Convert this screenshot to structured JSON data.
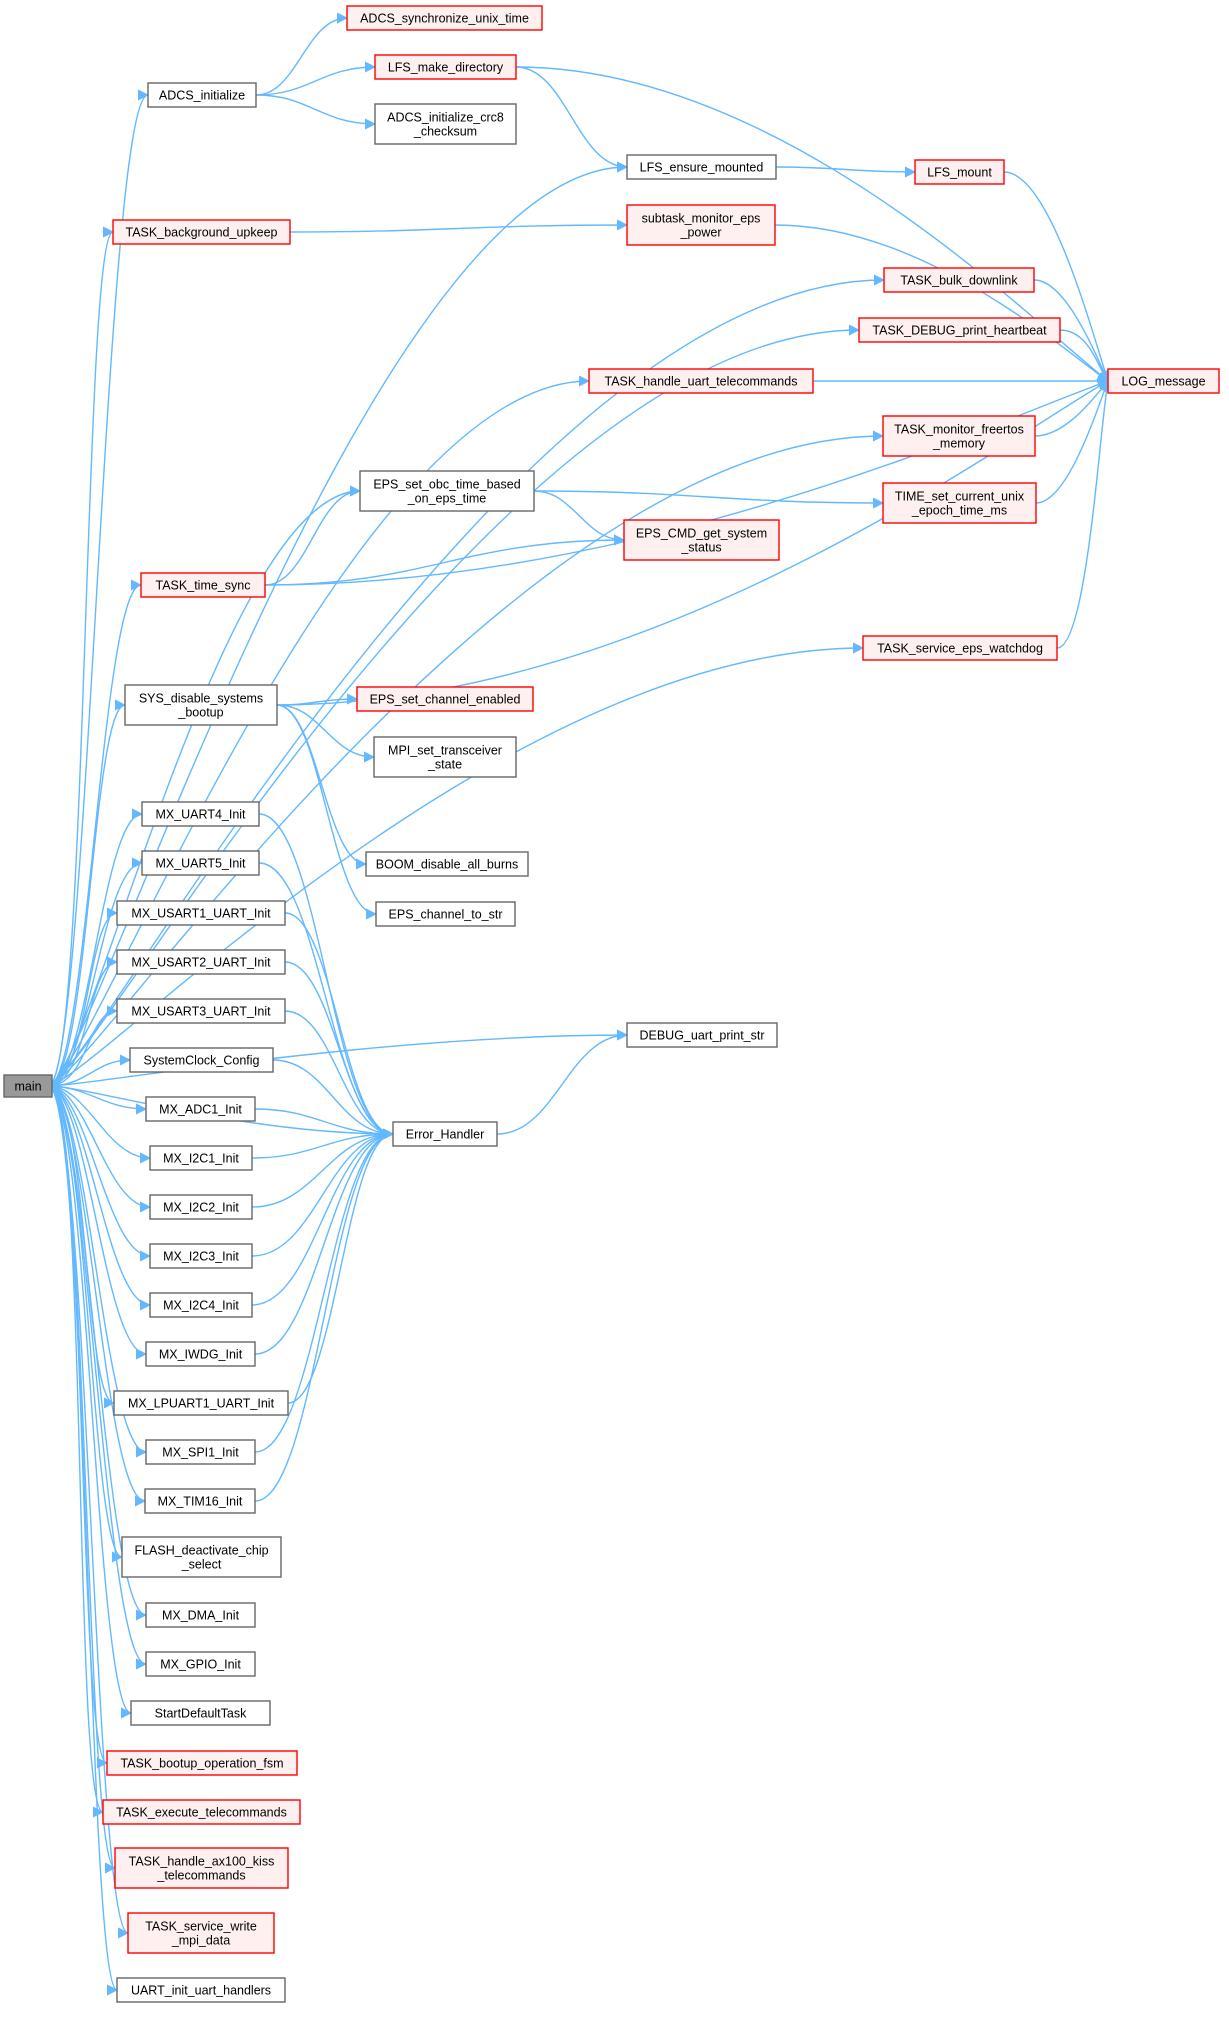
{
  "graph": {
    "colors": {
      "edge": "#63b8ff",
      "normal_fill": "#ffffff",
      "normal_border": "#666666",
      "truncated_fill": "#fff0f0",
      "truncated_border": "#ff0000",
      "root_fill": "#999999",
      "root_border": "#666666"
    },
    "nodes": [
      {
        "id": "main",
        "lines": [
          "main"
        ],
        "kind": "root"
      },
      {
        "id": "adcs_init",
        "lines": [
          "ADCS_initialize"
        ],
        "kind": "normal"
      },
      {
        "id": "adcs_sync",
        "lines": [
          "ADCS_synchronize_unix_time"
        ],
        "kind": "truncated"
      },
      {
        "id": "lfs_mkdir",
        "lines": [
          "LFS_make_directory"
        ],
        "kind": "truncated"
      },
      {
        "id": "adcs_crc8",
        "lines": [
          "ADCS_initialize_crc8",
          "_checksum"
        ],
        "kind": "normal"
      },
      {
        "id": "lfs_ensure",
        "lines": [
          "LFS_ensure_mounted"
        ],
        "kind": "normal"
      },
      {
        "id": "lfs_mount",
        "lines": [
          "LFS_mount"
        ],
        "kind": "truncated"
      },
      {
        "id": "task_bg",
        "lines": [
          "TASK_background_upkeep"
        ],
        "kind": "truncated"
      },
      {
        "id": "sub_eps",
        "lines": [
          "subtask_monitor_eps",
          "_power"
        ],
        "kind": "truncated"
      },
      {
        "id": "task_bulk",
        "lines": [
          "TASK_bulk_downlink"
        ],
        "kind": "truncated"
      },
      {
        "id": "task_dbg_hb",
        "lines": [
          "TASK_DEBUG_print_heartbeat"
        ],
        "kind": "truncated"
      },
      {
        "id": "log_msg",
        "lines": [
          "LOG_message"
        ],
        "kind": "truncated"
      },
      {
        "id": "task_uart_tc",
        "lines": [
          "TASK_handle_uart_telecommands"
        ],
        "kind": "truncated"
      },
      {
        "id": "task_mon_rtos",
        "lines": [
          "TASK_monitor_freertos",
          "_memory"
        ],
        "kind": "truncated"
      },
      {
        "id": "eps_set_obc",
        "lines": [
          "EPS_set_obc_time_based",
          "_on_eps_time"
        ],
        "kind": "normal"
      },
      {
        "id": "time_set",
        "lines": [
          "TIME_set_current_unix",
          "_epoch_time_ms"
        ],
        "kind": "truncated"
      },
      {
        "id": "eps_cmd",
        "lines": [
          "EPS_CMD_get_system",
          "_status"
        ],
        "kind": "truncated"
      },
      {
        "id": "task_time",
        "lines": [
          "TASK_time_sync"
        ],
        "kind": "truncated"
      },
      {
        "id": "task_eps_wd",
        "lines": [
          "TASK_service_eps_watchdog"
        ],
        "kind": "truncated"
      },
      {
        "id": "sys_disable",
        "lines": [
          "SYS_disable_systems",
          "_bootup"
        ],
        "kind": "normal"
      },
      {
        "id": "eps_chan_en",
        "lines": [
          "EPS_set_channel_enabled"
        ],
        "kind": "truncated"
      },
      {
        "id": "mpi_set",
        "lines": [
          "MPI_set_transceiver",
          "_state"
        ],
        "kind": "normal"
      },
      {
        "id": "boom",
        "lines": [
          "BOOM_disable_all_burns"
        ],
        "kind": "normal"
      },
      {
        "id": "eps_chan_str",
        "lines": [
          "EPS_channel_to_str"
        ],
        "kind": "normal"
      },
      {
        "id": "uart4",
        "lines": [
          "MX_UART4_Init"
        ],
        "kind": "normal"
      },
      {
        "id": "uart5",
        "lines": [
          "MX_UART5_Init"
        ],
        "kind": "normal"
      },
      {
        "id": "usart1",
        "lines": [
          "MX_USART1_UART_Init"
        ],
        "kind": "normal"
      },
      {
        "id": "usart2",
        "lines": [
          "MX_USART2_UART_Init"
        ],
        "kind": "normal"
      },
      {
        "id": "usart3",
        "lines": [
          "MX_USART3_UART_Init"
        ],
        "kind": "normal"
      },
      {
        "id": "debug_uart",
        "lines": [
          "DEBUG_uart_print_str"
        ],
        "kind": "normal"
      },
      {
        "id": "sysclk",
        "lines": [
          "SystemClock_Config"
        ],
        "kind": "normal"
      },
      {
        "id": "adc1",
        "lines": [
          "MX_ADC1_Init"
        ],
        "kind": "normal"
      },
      {
        "id": "err",
        "lines": [
          "Error_Handler"
        ],
        "kind": "normal"
      },
      {
        "id": "i2c1",
        "lines": [
          "MX_I2C1_Init"
        ],
        "kind": "normal"
      },
      {
        "id": "i2c2",
        "lines": [
          "MX_I2C2_Init"
        ],
        "kind": "normal"
      },
      {
        "id": "i2c3",
        "lines": [
          "MX_I2C3_Init"
        ],
        "kind": "normal"
      },
      {
        "id": "i2c4",
        "lines": [
          "MX_I2C4_Init"
        ],
        "kind": "normal"
      },
      {
        "id": "iwdg",
        "lines": [
          "MX_IWDG_Init"
        ],
        "kind": "normal"
      },
      {
        "id": "lpuart1",
        "lines": [
          "MX_LPUART1_UART_Init"
        ],
        "kind": "normal"
      },
      {
        "id": "spi1",
        "lines": [
          "MX_SPI1_Init"
        ],
        "kind": "normal"
      },
      {
        "id": "tim16",
        "lines": [
          "MX_TIM16_Init"
        ],
        "kind": "normal"
      },
      {
        "id": "flash",
        "lines": [
          "FLASH_deactivate_chip",
          "_select"
        ],
        "kind": "normal"
      },
      {
        "id": "dma",
        "lines": [
          "MX_DMA_Init"
        ],
        "kind": "normal"
      },
      {
        "id": "gpio",
        "lines": [
          "MX_GPIO_Init"
        ],
        "kind": "normal"
      },
      {
        "id": "start_task",
        "lines": [
          "StartDefaultTask"
        ],
        "kind": "normal"
      },
      {
        "id": "task_boot_fsm",
        "lines": [
          "TASK_bootup_operation_fsm"
        ],
        "kind": "truncated"
      },
      {
        "id": "task_exec_tc",
        "lines": [
          "TASK_execute_telecommands"
        ],
        "kind": "truncated"
      },
      {
        "id": "task_ax100",
        "lines": [
          "TASK_handle_ax100_kiss",
          "_telecommands"
        ],
        "kind": "truncated"
      },
      {
        "id": "task_mpi",
        "lines": [
          "TASK_service_write",
          "_mpi_data"
        ],
        "kind": "truncated"
      },
      {
        "id": "uart_handlers",
        "lines": [
          "UART_init_uart_handlers"
        ],
        "kind": "normal"
      }
    ],
    "edges": [
      [
        "main",
        "adcs_init"
      ],
      [
        "main",
        "lfs_ensure"
      ],
      [
        "main",
        "task_bg"
      ],
      [
        "main",
        "task_bulk"
      ],
      [
        "main",
        "task_dbg_hb"
      ],
      [
        "main",
        "task_uart_tc"
      ],
      [
        "main",
        "task_mon_rtos"
      ],
      [
        "main",
        "eps_set_obc"
      ],
      [
        "main",
        "task_time"
      ],
      [
        "main",
        "task_eps_wd"
      ],
      [
        "main",
        "sys_disable"
      ],
      [
        "main",
        "debug_uart"
      ],
      [
        "main",
        "uart4"
      ],
      [
        "main",
        "uart5"
      ],
      [
        "main",
        "usart1"
      ],
      [
        "main",
        "usart2"
      ],
      [
        "main",
        "usart3"
      ],
      [
        "main",
        "sysclk"
      ],
      [
        "main",
        "adc1"
      ],
      [
        "main",
        "err"
      ],
      [
        "main",
        "i2c1"
      ],
      [
        "main",
        "i2c2"
      ],
      [
        "main",
        "i2c3"
      ],
      [
        "main",
        "i2c4"
      ],
      [
        "main",
        "iwdg"
      ],
      [
        "main",
        "lpuart1"
      ],
      [
        "main",
        "spi1"
      ],
      [
        "main",
        "tim16"
      ],
      [
        "main",
        "flash"
      ],
      [
        "main",
        "dma"
      ],
      [
        "main",
        "gpio"
      ],
      [
        "main",
        "start_task"
      ],
      [
        "main",
        "task_boot_fsm"
      ],
      [
        "main",
        "task_exec_tc"
      ],
      [
        "main",
        "task_ax100"
      ],
      [
        "main",
        "task_mpi"
      ],
      [
        "main",
        "uart_handlers"
      ],
      [
        "adcs_init",
        "adcs_sync"
      ],
      [
        "adcs_init",
        "lfs_mkdir"
      ],
      [
        "adcs_init",
        "adcs_crc8"
      ],
      [
        "lfs_mkdir",
        "log_msg"
      ],
      [
        "lfs_mkdir",
        "lfs_ensure"
      ],
      [
        "lfs_ensure",
        "lfs_mount"
      ],
      [
        "lfs_mount",
        "log_msg"
      ],
      [
        "task_bg",
        "sub_eps"
      ],
      [
        "sub_eps",
        "log_msg"
      ],
      [
        "task_bulk",
        "log_msg"
      ],
      [
        "task_dbg_hb",
        "log_msg"
      ],
      [
        "task_uart_tc",
        "log_msg"
      ],
      [
        "task_mon_rtos",
        "log_msg"
      ],
      [
        "eps_set_obc",
        "time_set"
      ],
      [
        "eps_set_obc",
        "eps_cmd"
      ],
      [
        "time_set",
        "log_msg"
      ],
      [
        "task_time",
        "eps_set_obc"
      ],
      [
        "task_time",
        "eps_cmd"
      ],
      [
        "task_time",
        "log_msg"
      ],
      [
        "task_eps_wd",
        "log_msg"
      ],
      [
        "sys_disable",
        "eps_chan_en"
      ],
      [
        "sys_disable",
        "mpi_set"
      ],
      [
        "sys_disable",
        "boom"
      ],
      [
        "sys_disable",
        "eps_chan_str"
      ],
      [
        "sys_disable",
        "log_msg"
      ],
      [
        "uart4",
        "err"
      ],
      [
        "uart5",
        "err"
      ],
      [
        "usart1",
        "err"
      ],
      [
        "usart2",
        "err"
      ],
      [
        "usart3",
        "err"
      ],
      [
        "sysclk",
        "err"
      ],
      [
        "adc1",
        "err"
      ],
      [
        "i2c1",
        "err"
      ],
      [
        "i2c2",
        "err"
      ],
      [
        "i2c3",
        "err"
      ],
      [
        "i2c4",
        "err"
      ],
      [
        "iwdg",
        "err"
      ],
      [
        "lpuart1",
        "err"
      ],
      [
        "spi1",
        "err"
      ],
      [
        "tim16",
        "err"
      ],
      [
        "err",
        "debug_uart"
      ]
    ]
  }
}
